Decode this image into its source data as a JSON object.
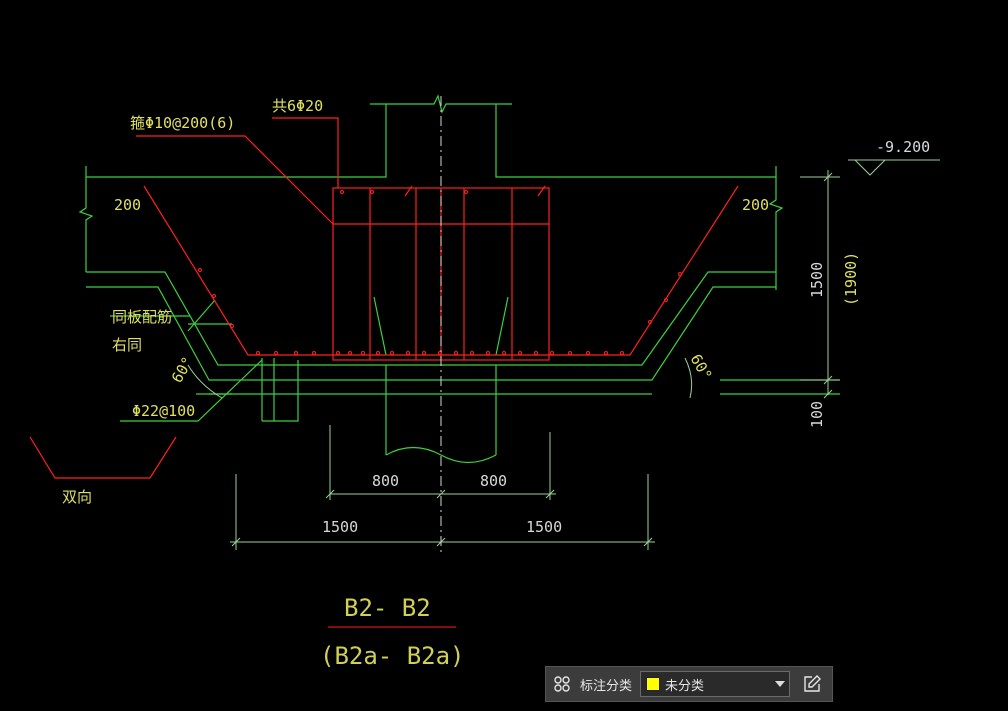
{
  "drawing": {
    "labels": {
      "stirrup": "箍Φ10@200(6)",
      "main_bars": "共6Φ20",
      "elevation": "-9.200",
      "dim_200_left": "200",
      "dim_200_right": "200",
      "dim_1500_v": "1500",
      "dim_1900_v": "(1900)",
      "dim_100_v": "100",
      "slab_rebar_1": "同板配筋",
      "slab_rebar_2": "右同",
      "angle_left": "60°",
      "angle_right": "60°",
      "bottom_bar": "Φ22@100",
      "two_way": "双向",
      "dim_800_left": "800",
      "dim_800_right": "800",
      "dim_1500_left": "1500",
      "dim_1500_right": "1500",
      "title": "B2- B2",
      "subtitle": "(B2a- B2a)"
    },
    "colors": {
      "concrete": "#3cd03c",
      "rebar": "#ff2020",
      "dimension": "#9ad29a",
      "dim_text": "#e0e060",
      "white": "#d8d8d8"
    }
  },
  "toolbar": {
    "label": "标注分类",
    "select_value": "未分类",
    "swatch_color": "#ffff00",
    "left_icon": "grid-icon",
    "right_icon": "edit-icon"
  }
}
